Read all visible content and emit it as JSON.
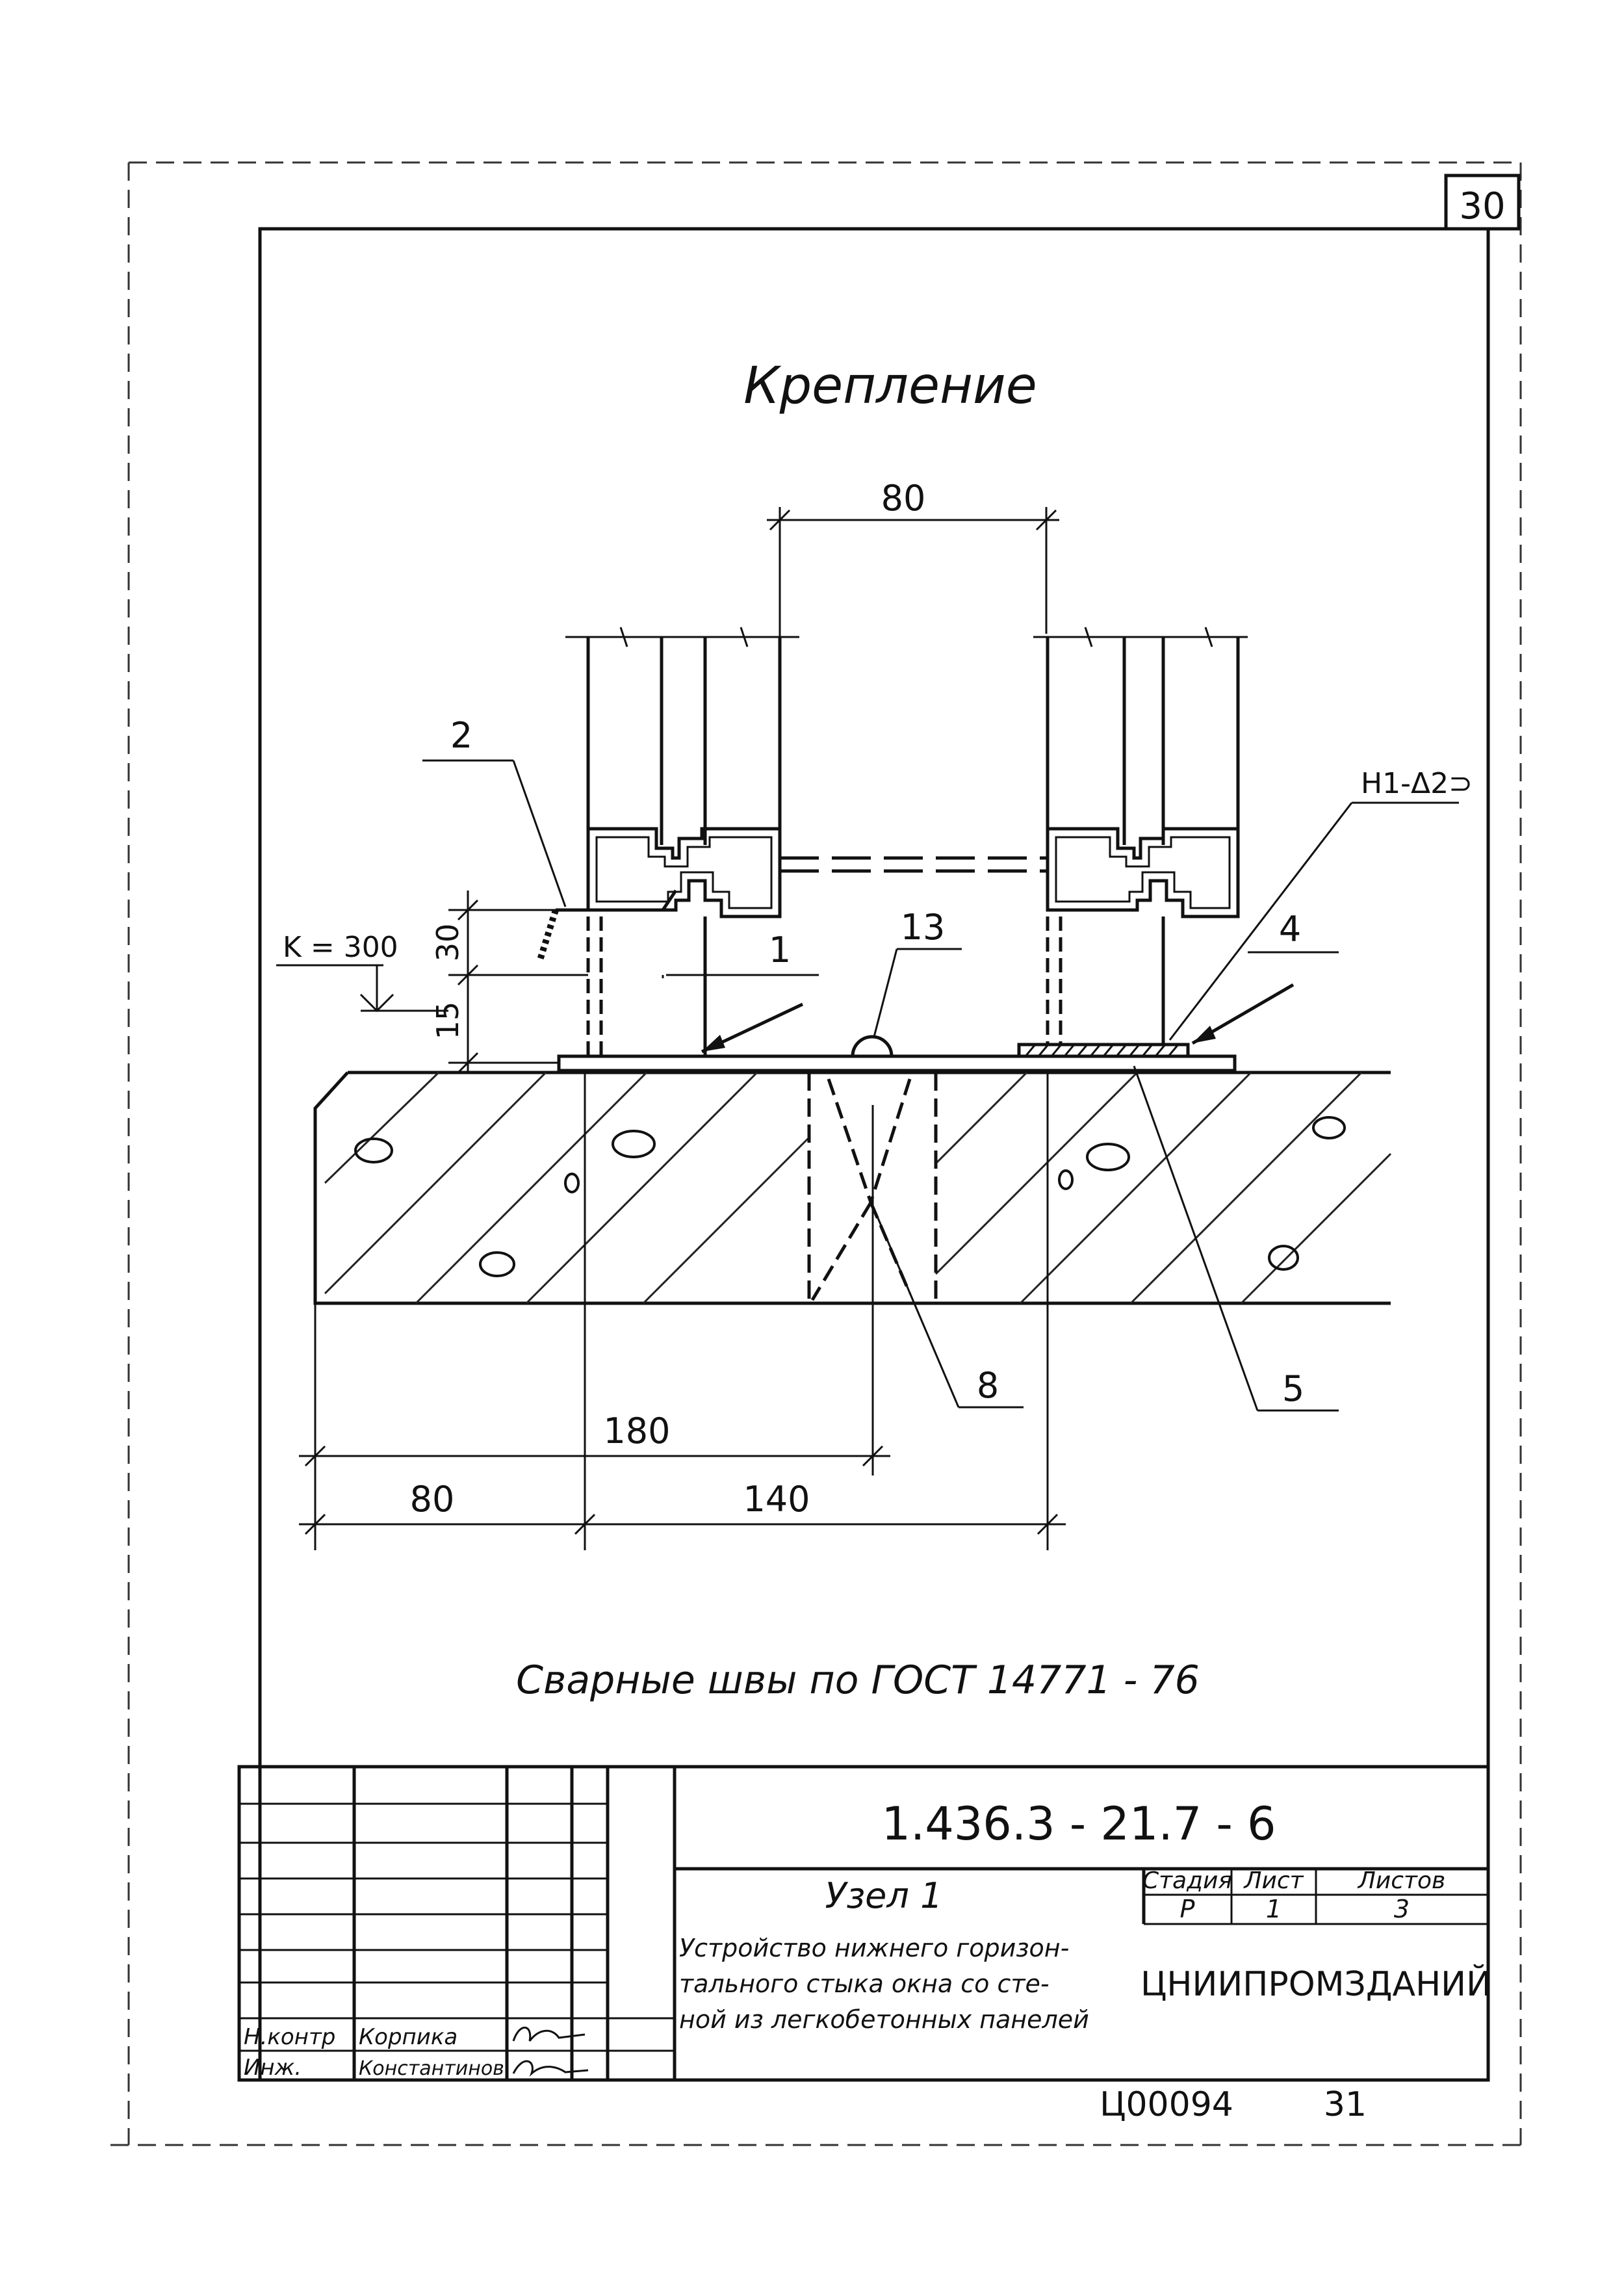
{
  "sheet_number": "30",
  "title": "Крепление",
  "dimensions": {
    "top_gap": "80",
    "k_level": "K = 300",
    "h30": "30",
    "h15": "15",
    "d180": "180",
    "d80": "80",
    "d140": "140"
  },
  "callouts": {
    "c1": "1",
    "c2": "2",
    "c4": "4",
    "c5": "5",
    "c8": "8",
    "c13": "13",
    "weld": "Н1-Δ2⊃"
  },
  "note": "Сварные швы по ГОСТ 14771 - 76",
  "title_block": {
    "designation": "1.436.3 - 21.7 - 6",
    "node_title": "Узел 1",
    "description": [
      "Устройство нижнего горизон-",
      "тального стыка окна со сте-",
      "ной из легкобетонных панелей"
    ],
    "stage_label": "Стадия",
    "sheet_label": "Лист",
    "sheets_label": "Листов",
    "stage": "Р",
    "sheet": "1",
    "sheets": "3",
    "organization": "ЦНИИПРОМЗДАНИЙ",
    "roles": [
      {
        "role": "Н.контр",
        "name": "Корпика"
      },
      {
        "role": "Инж.",
        "name": "Константинов"
      }
    ]
  },
  "footer": {
    "code": "Ц00094",
    "page": "31"
  }
}
